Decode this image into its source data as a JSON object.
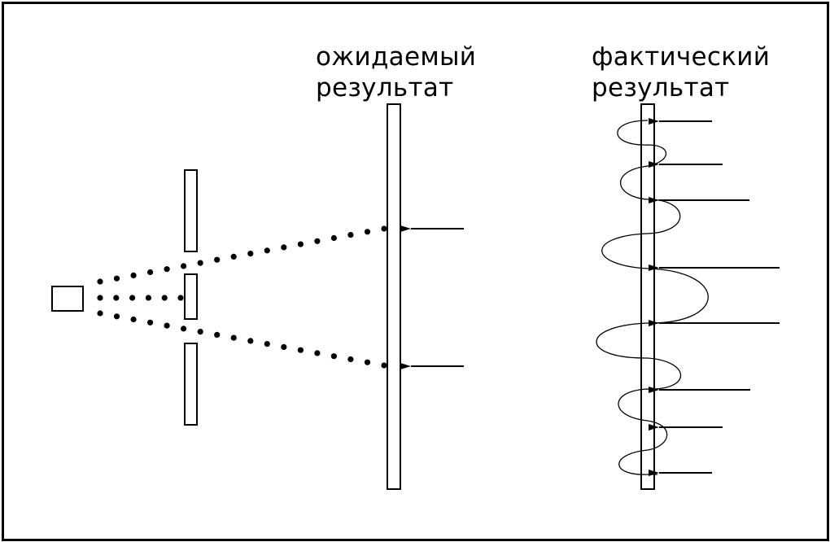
{
  "labels": {
    "expected": {
      "line1": "ожидаемый",
      "line2": "результат"
    },
    "actual": {
      "line1": "фактический",
      "line2": "результат"
    }
  },
  "colors": {
    "ink": "#000000",
    "paper": "#ffffff"
  },
  "diagram": {
    "expected_hit_count": 2,
    "actual_fringe_count": 8
  }
}
